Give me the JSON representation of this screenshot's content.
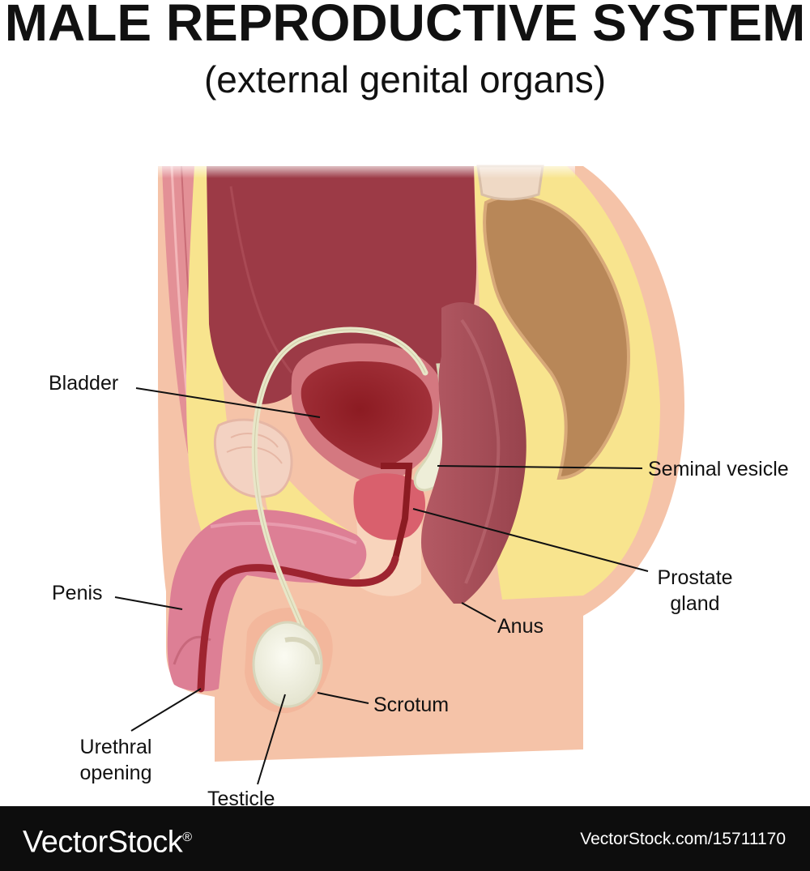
{
  "header": {
    "title": "MALE REPRODUCTIVE SYSTEM",
    "subtitle": "(external genital organs)"
  },
  "labels": {
    "bladder": "Bladder",
    "seminal_vesicle": "Seminal vesicle",
    "prostate_line1": "Prostate",
    "prostate_line2": "gland",
    "penis": "Penis",
    "anus": "Anus",
    "scrotum": "Scrotum",
    "urethral_line1": "Urethral",
    "urethral_line2": "opening",
    "testicle": "Testicle"
  },
  "footer": {
    "brand": "VectorStock",
    "brand_mark": "®",
    "credit": "VectorStock.com/15711170"
  },
  "colors": {
    "skin": "#f5c3a8",
    "fat": "#f8e48e",
    "muscle": "#d97a84",
    "bladder": "#9c3a46",
    "rectum": "#a8505a",
    "penis": "#dd7f95",
    "testicle": "#eeeedd",
    "vas": "#e8e6c8",
    "footer_bg": "#0d0d0d"
  }
}
